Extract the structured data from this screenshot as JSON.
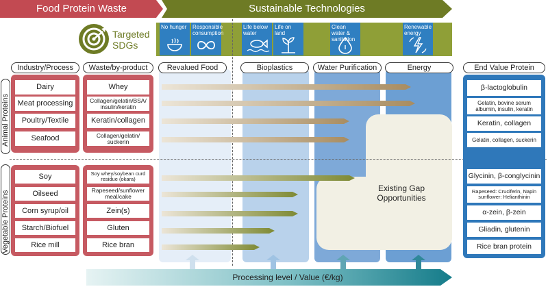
{
  "banner": {
    "left_title": "Food Protein Waste",
    "right_title": "Sustainable Technologies"
  },
  "sdg": {
    "title_line1": "Targeted",
    "title_line2": "SDGs",
    "tiles": [
      {
        "label": "No hunger",
        "icon": "bowl-icon"
      },
      {
        "label": "Responsible consumption",
        "icon": "infinity-icon"
      },
      {
        "label": "Life below water",
        "icon": "fish-icon"
      },
      {
        "label": "Life on land",
        "icon": "tree-icon"
      },
      {
        "label": "Clean water & sanitation",
        "icon": "water-drop-icon"
      },
      {
        "label": "Renewable energy",
        "icon": "lightning-icon"
      }
    ]
  },
  "columns": {
    "industry": "Industry/Process",
    "waste": "Waste/by-product",
    "revalued": "Revalued Food",
    "bioplastics": "Bioplastics",
    "water": "Water Purification",
    "energy": "Energy",
    "end_value": "End Value Protein"
  },
  "groups": {
    "animal": "Animal Proteins",
    "vegetable": "Vegetable Proteins"
  },
  "industry_animal": [
    "Dairy",
    "Meat processing",
    "Poultry/Textile",
    "Seafood"
  ],
  "industry_vegetable": [
    "Soy",
    "Oilseed",
    "Corn syrup/oil",
    "Starch/Biofuel",
    "Rice mill"
  ],
  "waste_animal": [
    "Whey",
    "Collagen/gelatin/BSA/ insulin/keratin",
    "Keratin/collagen",
    "Collagen/gelatin/ suckerin"
  ],
  "waste_vegetable": [
    "Soy whey/soybean curd residue (okara)",
    "Rapeseed/sunflower meal/cake",
    "Zein(s)",
    "Gluten",
    "Rice bran"
  ],
  "end_animal": [
    "β-lactoglobulin",
    "Gelatin, bovine serum albumin, insulin, keratin",
    "Keratin, collagen",
    "Gelatin, collagen, suckerin"
  ],
  "end_vegetable": [
    "Glycinin, β-conglycinin",
    "Rapeseed: Cruciferin, Napin sunflower: Helianthinin",
    "α-zein, β-zein",
    "Gliadin, glutenin",
    "Rice bran protein"
  ],
  "gap": {
    "line1": "Existing Gap",
    "line2": "Opportunities"
  },
  "footer": {
    "axis_label": "Processing level / Value (€/kg)"
  },
  "colors": {
    "red": "#c24a52",
    "green": "#6e7b25",
    "blue": "#2f78ba",
    "sdg_blue": "#2f7fc1",
    "teal": "#1a7f8e"
  }
}
